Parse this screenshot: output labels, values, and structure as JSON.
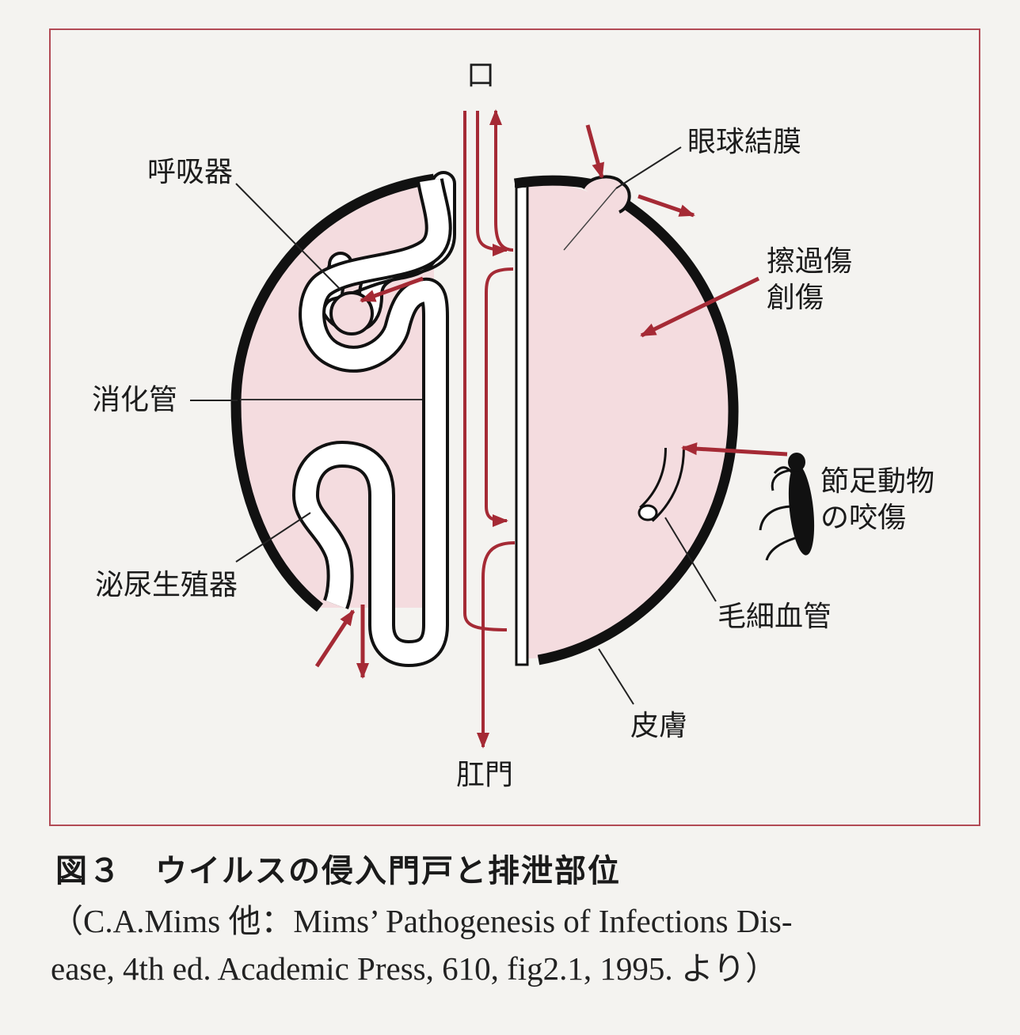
{
  "diagram": {
    "labels": {
      "mouth": "口",
      "respiratory": "呼吸器",
      "conjunctiva": "眼球結膜",
      "abrasion_line1": "擦過傷",
      "abrasion_line2": "創傷",
      "digestive": "消化管",
      "arthropod_line1": "節足動物",
      "arthropod_line2": "の咬傷",
      "urogenital": "泌尿生殖器",
      "capillary": "毛細血管",
      "skin": "皮膚",
      "anus": "肛門"
    },
    "colors": {
      "arrow": "#a52a35",
      "fill": "#f4dcdf",
      "frame": "#b24a55",
      "outline": "#111111"
    }
  },
  "caption": {
    "title": "図３　ウイルスの侵入門戸と排泄部位",
    "source_line1": "（C.A.Mims 他：Mims’ Pathogenesis of Infections Dis-",
    "source_line2": "ease, 4th ed. Academic Press, 610, fig2.1, 1995. より）"
  }
}
